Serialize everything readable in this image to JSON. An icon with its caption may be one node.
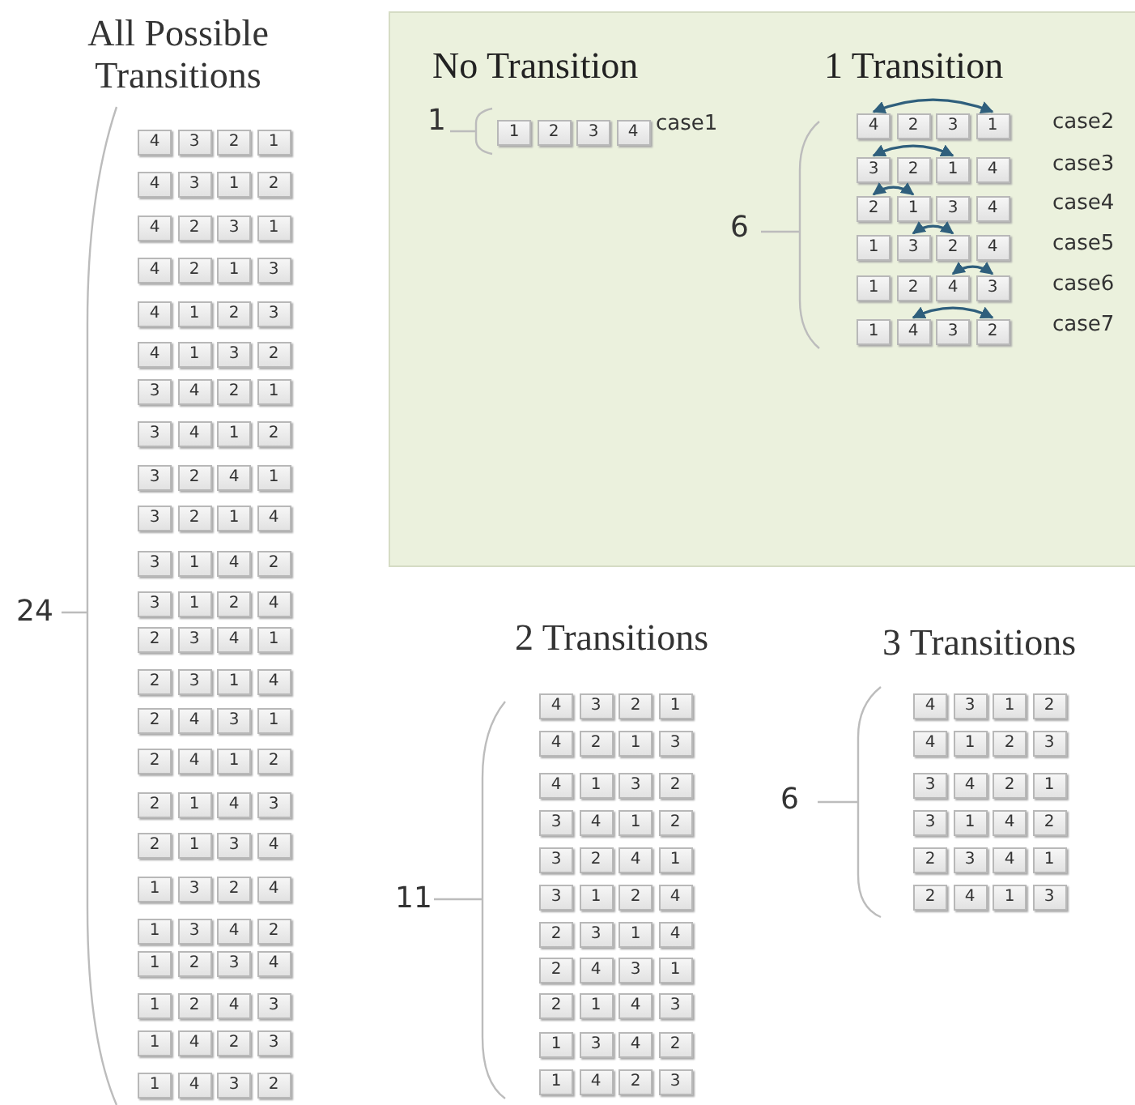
{
  "diagram": {
    "nodes": [
      {
        "text": [
          "No Transition",
          "1 Transition"
        ]
      },
      {
        "text": [
          "1"
        ],
        "in": 0
      },
      {
        "text": [
          "2"
        ],
        "in": 0
      },
      {
        "text": [
          "3"
        ],
        "in": 0
      },
      {
        "text": [
          "4"
        ],
        "in": 0
      },
      {
        "text": [
          "4"
        ],
        "in": 0
      },
      {
        "text": [
          "2"
        ],
        "in": 0
      },
      {
        "text": [
          "3"
        ],
        "in": 0
      },
      {
        "text": [
          "1"
        ],
        "in": 0
      },
      {
        "text": [
          "3"
        ],
        "in": 0
      },
      {
        "text": [
          "2"
        ],
        "in": 0
      },
      {
        "text": [
          "1"
        ],
        "in": 0
      },
      {
        "text": [
          "4"
        ],
        "in": 0
      },
      {
        "text": [
          "2"
        ],
        "in": 0
      },
      {
        "text": [
          "1"
        ],
        "in": 0
      },
      {
        "text": [
          "3"
        ],
        "in": 0
      },
      {
        "text": [
          "4"
        ],
        "in": 0
      },
      {
        "text": [
          "1"
        ],
        "in": 0
      },
      {
        "text": [
          "3"
        ],
        "in": 0
      },
      {
        "text": [
          "2"
        ],
        "in": 0
      },
      {
        "text": [
          "4"
        ],
        "in": 0
      },
      {
        "text": [
          "1"
        ],
        "in": 0
      },
      {
        "text": [
          "2"
        ],
        "in": 0
      },
      {
        "text": [
          "4"
        ],
        "in": 0
      },
      {
        "text": [
          "3"
        ],
        "in": 0
      },
      {
        "text": [
          "1"
        ],
        "in": 0
      },
      {
        "text": [
          "4"
        ],
        "in": 0
      },
      {
        "text": [
          "3"
        ],
        "in": 0
      },
      {
        "text": [
          "2"
        ],
        "in": 0
      },
      {
        "text": [
          "4"
        ]
      },
      {
        "text": [
          "3"
        ]
      },
      {
        "text": [
          "2"
        ]
      },
      {
        "text": [
          "1"
        ]
      },
      {
        "text": [
          "4"
        ]
      },
      {
        "text": [
          "3"
        ]
      },
      {
        "text": [
          "1"
        ]
      },
      {
        "text": [
          "2"
        ]
      },
      {
        "text": [
          "4"
        ]
      },
      {
        "text": [
          "2"
        ]
      },
      {
        "text": [
          "3"
        ]
      },
      {
        "text": [
          "1"
        ]
      },
      {
        "text": [
          "4"
        ]
      },
      {
        "text": [
          "2"
        ]
      },
      {
        "text": [
          "1"
        ]
      },
      {
        "text": [
          "3"
        ]
      },
      {
        "text": [
          "4"
        ]
      },
      {
        "text": [
          "1"
        ]
      },
      {
        "text": [
          "2"
        ]
      },
      {
        "text": [
          "3"
        ]
      },
      {
        "text": [
          "4"
        ]
      },
      {
        "text": [
          "1"
        ]
      },
      {
        "text": [
          "3"
        ]
      },
      {
        "text": [
          "2"
        ]
      },
      {
        "text": [
          "3"
        ]
      },
      {
        "text": [
          "4"
        ]
      },
      {
        "text": [
          "2"
        ]
      },
      {
        "text": [
          "1"
        ]
      },
      {
        "text": [
          "3"
        ]
      },
      {
        "text": [
          "4"
        ]
      },
      {
        "text": [
          "1"
        ]
      },
      {
        "text": [
          "2"
        ]
      },
      {
        "text": [
          "3"
        ]
      },
      {
        "text": [
          "2"
        ]
      },
      {
        "text": [
          "4"
        ]
      },
      {
        "text": [
          "1"
        ]
      },
      {
        "text": [
          "3"
        ]
      },
      {
        "text": [
          "2"
        ]
      },
      {
        "text": [
          "1"
        ]
      },
      {
        "text": [
          "4"
        ]
      },
      {
        "text": [
          "3"
        ]
      },
      {
        "text": [
          "1"
        ]
      },
      {
        "text": [
          "4"
        ]
      },
      {
        "text": [
          "2"
        ]
      },
      {
        "text": [
          "3"
        ]
      },
      {
        "text": [
          "1"
        ]
      },
      {
        "text": [
          "2"
        ]
      },
      {
        "text": [
          "4"
        ]
      },
      {
        "text": [
          "2"
        ]
      },
      {
        "text": [
          "3"
        ]
      },
      {
        "text": [
          "4"
        ]
      },
      {
        "text": [
          "1"
        ]
      },
      {
        "text": [
          "2"
        ]
      },
      {
        "text": [
          "3"
        ]
      },
      {
        "text": [
          "1"
        ]
      },
      {
        "text": [
          "4"
        ]
      },
      {
        "text": [
          "2"
        ]
      },
      {
        "text": [
          "4"
        ]
      },
      {
        "text": [
          "3"
        ]
      },
      {
        "text": [
          "1"
        ]
      },
      {
        "text": [
          "2"
        ]
      },
      {
        "text": [
          "4"
        ]
      },
      {
        "text": [
          "1"
        ]
      },
      {
        "text": [
          "2"
        ]
      },
      {
        "text": [
          "2"
        ]
      },
      {
        "text": [
          "1"
        ]
      },
      {
        "text": [
          "4"
        ]
      },
      {
        "text": [
          "3"
        ]
      },
      {
        "text": [
          "2"
        ]
      },
      {
        "text": [
          "1"
        ]
      },
      {
        "text": [
          "3"
        ]
      },
      {
        "text": [
          "4"
        ]
      },
      {
        "text": [
          "1"
        ]
      },
      {
        "text": [
          "3"
        ]
      },
      {
        "text": [
          "2"
        ]
      },
      {
        "text": [
          "4"
        ]
      },
      {
        "text": [
          "1"
        ]
      },
      {
        "text": [
          "3"
        ]
      },
      {
        "text": [
          "4"
        ]
      },
      {
        "text": [
          "2"
        ]
      },
      {
        "text": [
          "1"
        ]
      },
      {
        "text": [
          "2"
        ]
      },
      {
        "text": [
          "3"
        ]
      },
      {
        "text": [
          "4"
        ]
      },
      {
        "text": [
          "1"
        ]
      },
      {
        "text": [
          "2"
        ]
      },
      {
        "text": [
          "4"
        ]
      },
      {
        "text": [
          "3"
        ]
      },
      {
        "text": [
          "1"
        ]
      },
      {
        "text": [
          "4"
        ]
      },
      {
        "text": [
          "2"
        ]
      },
      {
        "text": [
          "3"
        ]
      },
      {
        "text": [
          "1"
        ]
      },
      {
        "text": [
          "4"
        ]
      },
      {
        "text": [
          "3"
        ]
      },
      {
        "text": [
          "2"
        ]
      },
      {
        "text": [
          "4"
        ]
      },
      {
        "text": [
          "3"
        ]
      },
      {
        "text": [
          "2"
        ]
      },
      {
        "text": [
          "1"
        ]
      },
      {
        "text": [
          "4"
        ]
      },
      {
        "text": [
          "2"
        ]
      },
      {
        "text": [
          "1"
        ]
      },
      {
        "text": [
          "3"
        ]
      },
      {
        "text": [
          "4"
        ]
      },
      {
        "text": [
          "1"
        ]
      },
      {
        "text": [
          "3"
        ]
      },
      {
        "text": [
          "2"
        ]
      },
      {
        "text": [
          "3"
        ]
      },
      {
        "text": [
          "4"
        ]
      },
      {
        "text": [
          "1"
        ]
      },
      {
        "text": [
          "2"
        ]
      },
      {
        "text": [
          "3"
        ]
      },
      {
        "text": [
          "2"
        ]
      },
      {
        "text": [
          "4"
        ]
      },
      {
        "text": [
          "1"
        ]
      },
      {
        "text": [
          "3"
        ]
      },
      {
        "text": [
          "1"
        ]
      },
      {
        "text": [
          "2"
        ]
      },
      {
        "text": [
          "4"
        ]
      },
      {
        "text": [
          "2"
        ]
      },
      {
        "text": [
          "3"
        ]
      },
      {
        "text": [
          "1"
        ]
      },
      {
        "text": [
          "4"
        ]
      },
      {
        "text": [
          "2"
        ]
      },
      {
        "text": [
          "4"
        ]
      },
      {
        "text": [
          "3"
        ]
      },
      {
        "text": [
          "1"
        ]
      },
      {
        "text": [
          "2"
        ]
      },
      {
        "text": [
          "1"
        ]
      },
      {
        "text": [
          "4"
        ]
      },
      {
        "text": [
          "3"
        ]
      },
      {
        "text": [
          "1"
        ]
      },
      {
        "text": [
          "3"
        ]
      },
      {
        "text": [
          "4"
        ]
      },
      {
        "text": [
          "2"
        ]
      },
      {
        "text": [
          "1"
        ]
      },
      {
        "text": [
          "4"
        ]
      },
      {
        "text": [
          "2"
        ]
      },
      {
        "text": [
          "3"
        ]
      },
      {
        "text": [
          "4"
        ]
      },
      {
        "text": [
          "3"
        ]
      },
      {
        "text": [
          "1"
        ]
      },
      {
        "text": [
          "2"
        ]
      },
      {
        "text": [
          "4"
        ]
      },
      {
        "text": [
          "1"
        ]
      },
      {
        "text": [
          "2"
        ]
      },
      {
        "text": [
          "3"
        ]
      },
      {
        "text": [
          "3"
        ]
      },
      {
        "text": [
          "4"
        ]
      },
      {
        "text": [
          "2"
        ]
      },
      {
        "text": [
          "1"
        ]
      },
      {
        "text": [
          "3"
        ]
      },
      {
        "text": [
          "1"
        ]
      },
      {
        "text": [
          "4"
        ]
      },
      {
        "text": [
          "2"
        ]
      },
      {
        "text": [
          "2"
        ]
      },
      {
        "text": [
          "3"
        ]
      },
      {
        "text": [
          "4"
        ]
      },
      {
        "text": [
          "1"
        ]
      },
      {
        "text": [
          "2"
        ]
      },
      {
        "text": [
          "4"
        ]
      },
      {
        "text": [
          "1"
        ]
      },
      {
        "text": [
          "3"
        ]
      }
    ],
    "edges": [
      {
        "from": 5,
        "to": 8,
        "arrow": "both"
      },
      {
        "from": 9,
        "to": 11,
        "arrow": "both"
      },
      {
        "from": 13,
        "to": 14,
        "arrow": "both"
      },
      {
        "from": 18,
        "to": 19,
        "arrow": "both"
      },
      {
        "from": 23,
        "to": 24,
        "arrow": "both"
      },
      {
        "from": 26,
        "to": 28,
        "arrow": "both"
      }
    ],
    "labels": [
      "All Possible Transitions",
      "1",
      "case1",
      "case2",
      "case3",
      "case4",
      "case5",
      "case6",
      "case7",
      "6",
      "24",
      "2 Transitions",
      "3 Transitions",
      "6",
      "11"
    ]
  }
}
